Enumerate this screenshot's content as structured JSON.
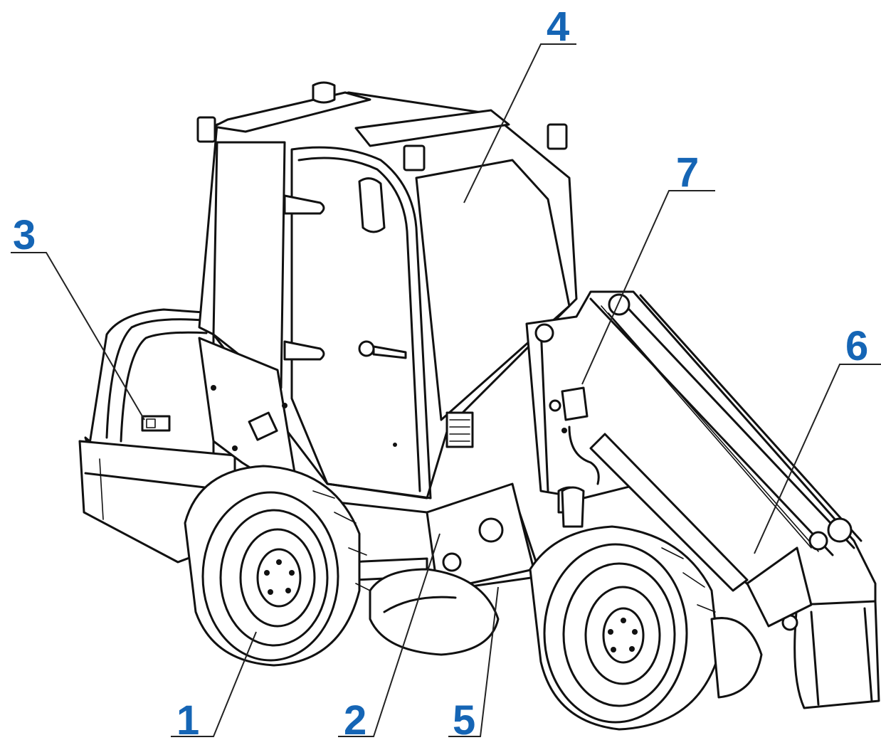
{
  "diagram": {
    "callouts": [
      {
        "id": "1",
        "label": "1"
      },
      {
        "id": "2",
        "label": "2"
      },
      {
        "id": "3",
        "label": "3"
      },
      {
        "id": "4",
        "label": "4"
      },
      {
        "id": "5",
        "label": "5"
      },
      {
        "id": "6",
        "label": "6"
      },
      {
        "id": "7",
        "label": "7"
      }
    ],
    "colors": {
      "callout": "#1565b5",
      "ink": "#111111",
      "background": "#ffffff"
    }
  }
}
